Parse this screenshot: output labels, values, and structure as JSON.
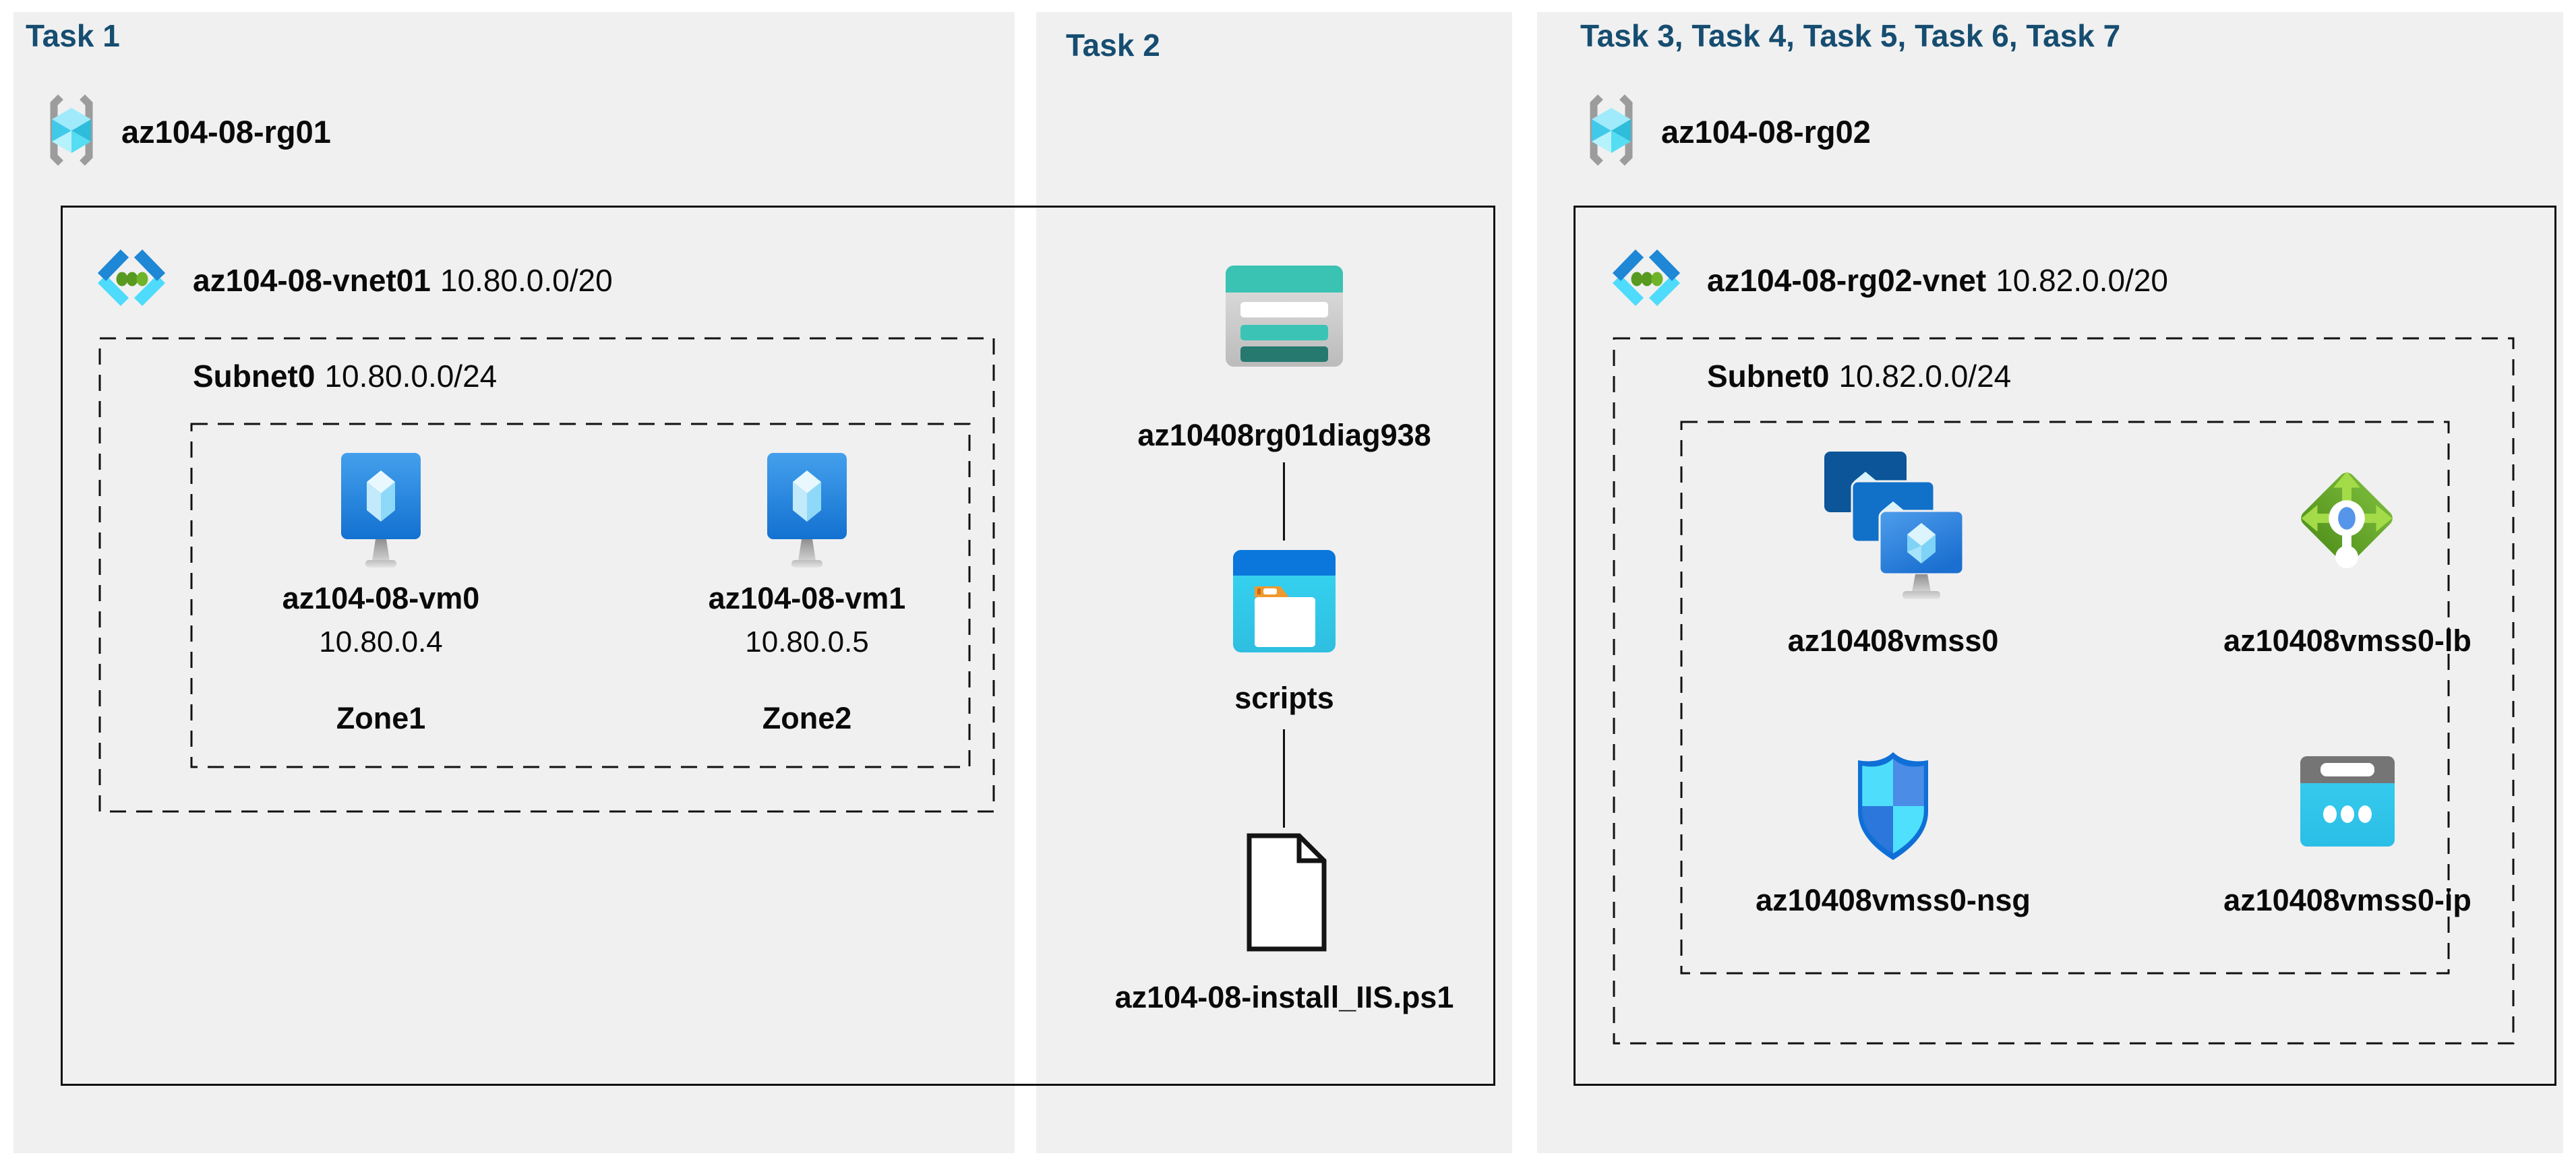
{
  "colors": {
    "heading": "#164D70",
    "panel_background": "#F0F0F1",
    "canvas_background": "#FFFFFF",
    "outline": "#111111",
    "vnet_blue": "#1E87D6",
    "vnet_cyan": "#4EDBFC",
    "vm_blue": "#2C89DF",
    "storage_teal": "#3AC2B2",
    "container_blue": "#0B77DC",
    "loadbalancer_green": "#74B335",
    "nsg_blue": "#0F6FD6",
    "public_ip_cyan": "#35CBEE"
  },
  "task1": {
    "heading": "Task 1",
    "resource_group": "az104-08-rg01",
    "vnet_name": "az104-08-vnet01",
    "vnet_cidr": "10.80.0.0/20",
    "subnet_name": "Subnet0",
    "subnet_cidr": "10.80.0.0/24",
    "vms": [
      {
        "name": "az104-08-vm0",
        "ip": "10.80.0.4",
        "zone": "Zone1"
      },
      {
        "name": "az104-08-vm1",
        "ip": "10.80.0.5",
        "zone": "Zone2"
      }
    ]
  },
  "task2": {
    "heading": "Task 2",
    "storage_account": "az10408rg01diag938",
    "container": "scripts",
    "script_file": "az104-08-install_IIS.ps1"
  },
  "task3to7": {
    "heading": "Task 3, Task 4, Task 5, Task 6, Task 7",
    "resource_group": "az104-08-rg02",
    "vnet_name": "az104-08-rg02-vnet",
    "vnet_cidr": "10.82.0.0/20",
    "subnet_name": "Subnet0",
    "subnet_cidr": "10.82.0.0/24",
    "resources": [
      {
        "name": "az10408vmss0",
        "type": "virtual-machine-scale-set"
      },
      {
        "name": "az10408vmss0-lb",
        "type": "load-balancer"
      },
      {
        "name": "az10408vmss0-nsg",
        "type": "network-security-group"
      },
      {
        "name": "az10408vmss0-ip",
        "type": "public-ip-address"
      }
    ]
  }
}
